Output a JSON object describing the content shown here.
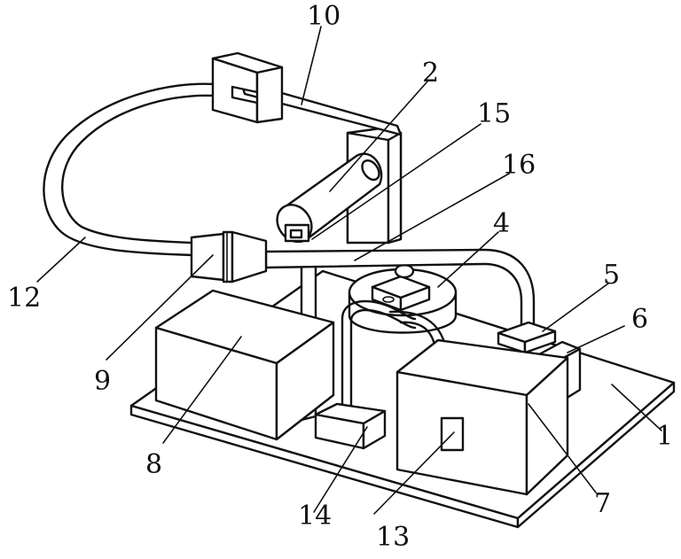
{
  "labels": {
    "l1": "1",
    "l2": "2",
    "l4": "4",
    "l5": "5",
    "l6": "6",
    "l7": "7",
    "l8": "8",
    "l9": "9",
    "l10": "10",
    "l12": "12",
    "l13": "13",
    "l14": "14",
    "l15": "15",
    "l16": "16"
  }
}
